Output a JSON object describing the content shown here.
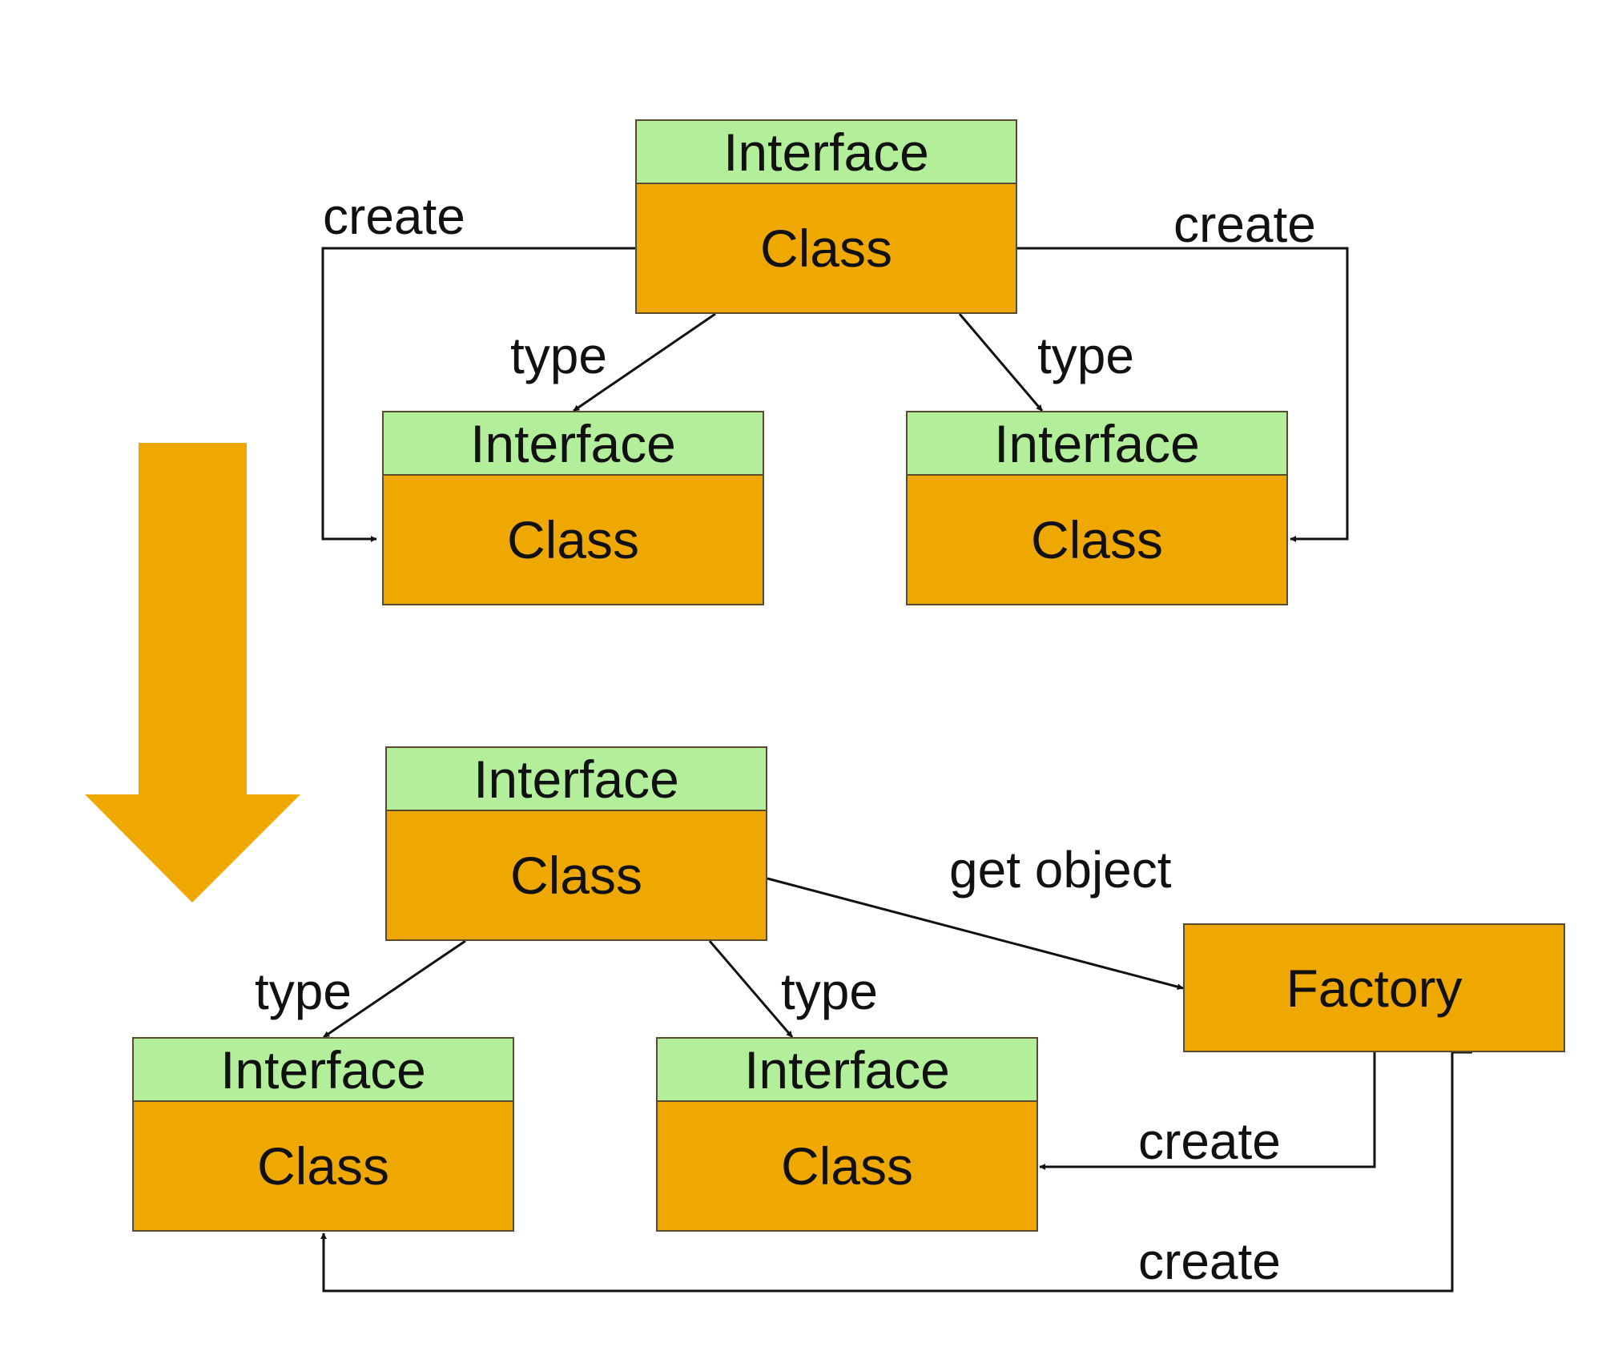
{
  "colors": {
    "interface_fill": "#b3ee9a",
    "class_fill": "#eea800",
    "border": "#5a4a2e",
    "arrow_line": "#111111",
    "big_arrow": "#eea800"
  },
  "top": {
    "root": {
      "interface": "Interface",
      "class": "Class"
    },
    "left": {
      "interface": "Interface",
      "class": "Class"
    },
    "right": {
      "interface": "Interface",
      "class": "Class"
    },
    "labels": {
      "create_left": "create",
      "create_right": "create",
      "type_left": "type",
      "type_right": "type"
    }
  },
  "bottom": {
    "root": {
      "interface": "Interface",
      "class": "Class"
    },
    "left": {
      "interface": "Interface",
      "class": "Class"
    },
    "middle": {
      "interface": "Interface",
      "class": "Class"
    },
    "factory": {
      "label": "Factory"
    },
    "labels": {
      "get_object": "get object",
      "type_left": "type",
      "type_right": "type",
      "create_upper": "create",
      "create_lower": "create"
    }
  }
}
